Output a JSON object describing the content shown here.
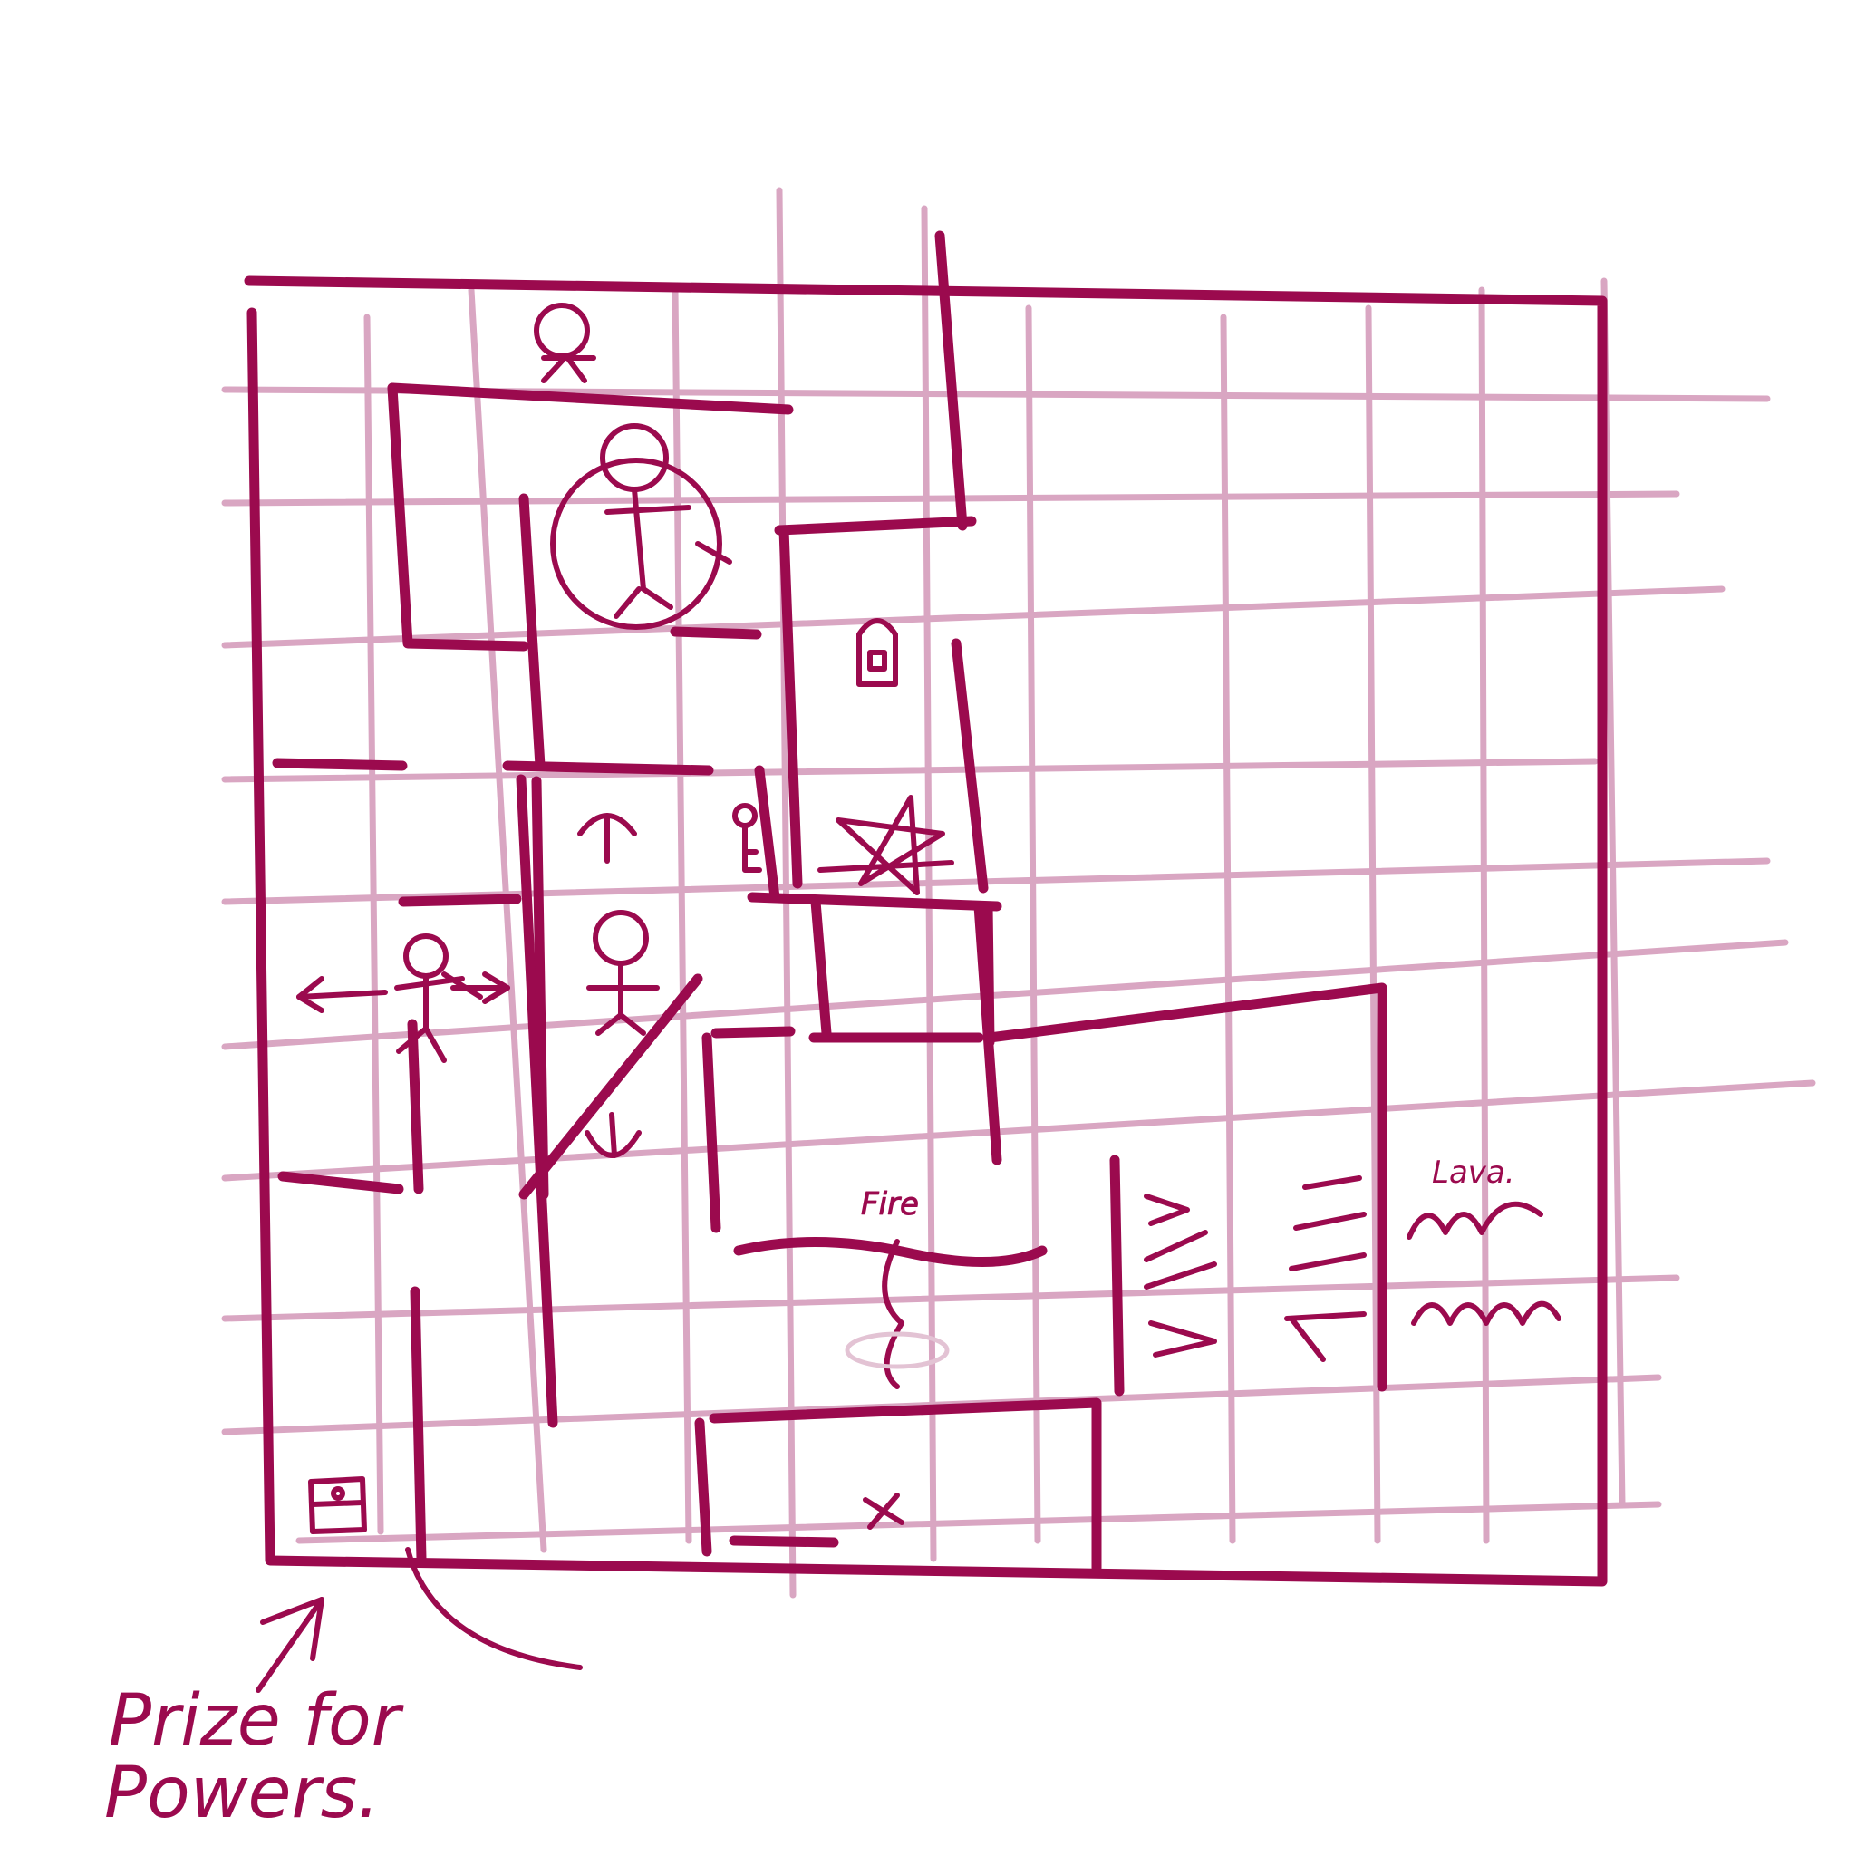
{
  "labels": {
    "fire": "Fire",
    "lava": "Lava.",
    "note_line1": "Prize for",
    "note_line2": "Powers."
  },
  "icons": [
    "player-start-icon",
    "guard-circle-icon",
    "lock-icon",
    "key-icon",
    "star-icon",
    "arrow-up-icon",
    "arrow-down-icon",
    "person-icon",
    "dancer-icon",
    "arrows-left-right-icon",
    "lava-waves-icon",
    "x-mark-icon",
    "prize-chest-icon",
    "conveyor-arrows-icon"
  ],
  "colors": {
    "ink": "#9b0a4e",
    "grid": "#d9a6c2",
    "background": "#ffffff"
  }
}
